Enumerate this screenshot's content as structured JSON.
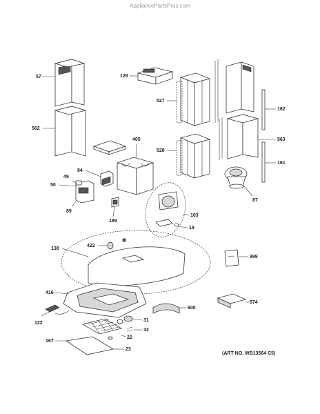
{
  "watermark": "AppliancePartsPros.com",
  "art_number": "(ART NO. WB13564 C5)",
  "callouts": {
    "c57": "57",
    "c129": "129",
    "c527": "527",
    "c162": "162",
    "c562": "562",
    "c405": "405",
    "c528": "528",
    "c563": "563",
    "c84": "84",
    "c161": "161",
    "c49": "49",
    "c50": "50",
    "c87": "87",
    "c89": "89",
    "c103": "103",
    "c189": "189",
    "c19": "19",
    "c138": "138",
    "c422": "422",
    "c999": "999",
    "c416": "416",
    "c600": "600",
    "c574": "574",
    "c122": "122",
    "c31": "31",
    "c32": "32",
    "c22": "22",
    "c167": "167",
    "c23": "23"
  }
}
